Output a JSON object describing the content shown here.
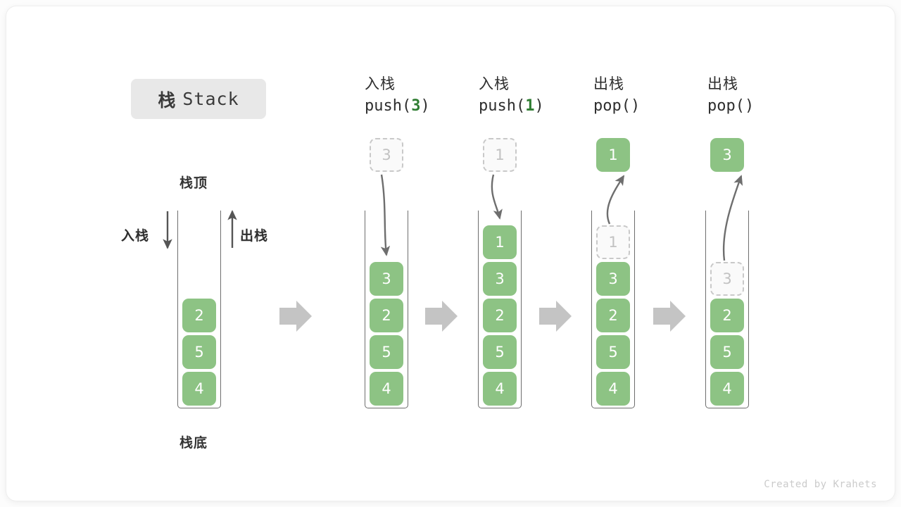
{
  "title": {
    "cn": "栈",
    "en": "Stack"
  },
  "labels": {
    "top": "栈顶",
    "bottom": "栈底",
    "push_side": "入栈",
    "pop_side": "出栈"
  },
  "footer": "Created by Krahets",
  "colors": {
    "cell_green": "#8dc384",
    "cell_text": "#ffffff",
    "ghost_border": "#c9c9c9",
    "ghost_text": "#c2c2c2",
    "code_accent": "#2f7d32",
    "arrow_gray": "#c4c4c4",
    "curve_arrow": "#6e6e6e",
    "badge_bg": "#e8e8e8"
  },
  "steps": [
    {
      "id": "initial",
      "head_cn": "",
      "head_code_pre": "",
      "head_code_num": "",
      "head_code_post": "",
      "cells": [
        "2",
        "5",
        "4"
      ],
      "floating": null,
      "ghost_in_stack": null
    },
    {
      "id": "push-3",
      "head_cn": "入栈",
      "head_code_pre": "push(",
      "head_code_num": "3",
      "head_code_post": ")",
      "cells": [
        "3",
        "2",
        "5",
        "4"
      ],
      "floating": {
        "value": "3",
        "style": "ghost"
      },
      "ghost_in_stack": null
    },
    {
      "id": "push-1",
      "head_cn": "入栈",
      "head_code_pre": "push(",
      "head_code_num": "1",
      "head_code_post": ")",
      "cells": [
        "1",
        "3",
        "2",
        "5",
        "4"
      ],
      "floating": {
        "value": "1",
        "style": "ghost"
      },
      "ghost_in_stack": null
    },
    {
      "id": "pop-1",
      "head_cn": "出栈",
      "head_code_pre": "pop(",
      "head_code_num": "",
      "head_code_post": ")",
      "cells": [
        "3",
        "2",
        "5",
        "4"
      ],
      "floating": {
        "value": "1",
        "style": "solid"
      },
      "ghost_in_stack": {
        "value": "1"
      }
    },
    {
      "id": "pop-3",
      "head_cn": "出栈",
      "head_code_pre": "pop(",
      "head_code_num": "",
      "head_code_post": ")",
      "cells": [
        "2",
        "5",
        "4"
      ],
      "floating": {
        "value": "3",
        "style": "solid"
      },
      "ghost_in_stack": {
        "value": "3"
      }
    }
  ],
  "stack_cells": {
    "s0": [
      "2",
      "5",
      "4"
    ],
    "s1": [
      "3",
      "2",
      "5",
      "4"
    ],
    "s2": [
      "1",
      "3",
      "2",
      "5",
      "4"
    ],
    "s3": [
      "3",
      "2",
      "5",
      "4"
    ],
    "s4": [
      "2",
      "5",
      "4"
    ]
  }
}
